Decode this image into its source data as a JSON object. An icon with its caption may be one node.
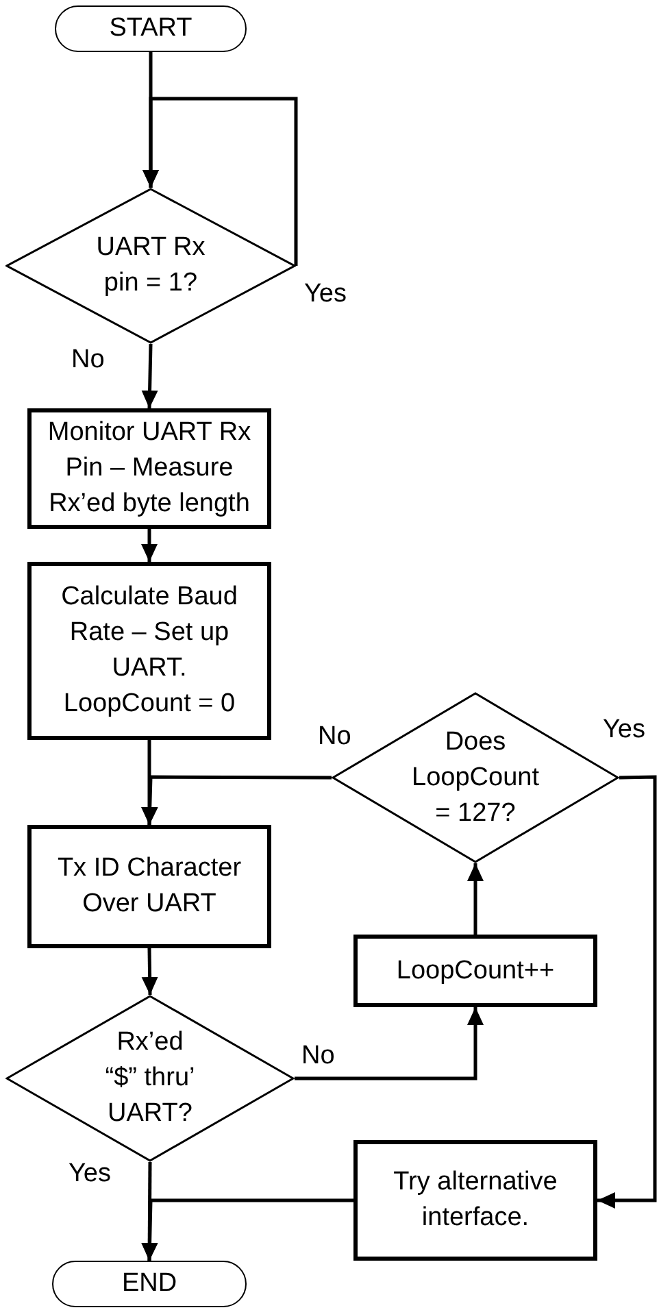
{
  "diagram": {
    "nodes": [
      {
        "text": [
          "START"
        ]
      },
      {
        "text": [
          "UART Rx pin = 1?"
        ]
      },
      {
        "text": [
          "Monitor UART Rx Pin – Measure Rx’ed byte length"
        ]
      },
      {
        "text": [
          "Calculate Baud Rate – Set up UART. LoopCount = 0"
        ]
      },
      {
        "text": [
          "Does LoopCount = 127?"
        ]
      },
      {
        "text": [
          "Tx ID Character Over UART"
        ]
      },
      {
        "text": [
          "LoopCount++"
        ]
      },
      {
        "text": [
          "Rx’ed “$” thru’ UART?"
        ]
      },
      {
        "text": [
          "Try alternative interface."
        ]
      },
      {
        "text": [
          "END"
        ]
      }
    ],
    "edges": [
      {
        "from": 0,
        "to": 1,
        "arrow": "to"
      },
      {
        "from": 1,
        "to": 1,
        "arrow": "to",
        "label": "Yes"
      },
      {
        "from": 1,
        "to": 2,
        "arrow": "to",
        "label": "No"
      },
      {
        "from": 2,
        "to": 3,
        "arrow": "to"
      },
      {
        "from": 3,
        "to": 5,
        "arrow": "to"
      },
      {
        "from": 4,
        "to": 5,
        "arrow": "to",
        "label": "No"
      },
      {
        "from": 4,
        "to": 8,
        "arrow": "to",
        "label": "Yes"
      },
      {
        "from": 5,
        "to": 7,
        "arrow": "to"
      },
      {
        "from": 7,
        "to": 6,
        "arrow": "to",
        "label": "No"
      },
      {
        "from": 6,
        "to": 4,
        "arrow": "to"
      },
      {
        "from": 7,
        "to": 9,
        "arrow": "to",
        "label": "Yes"
      },
      {
        "from": 8,
        "to": 9,
        "arrow": "to"
      }
    ]
  }
}
